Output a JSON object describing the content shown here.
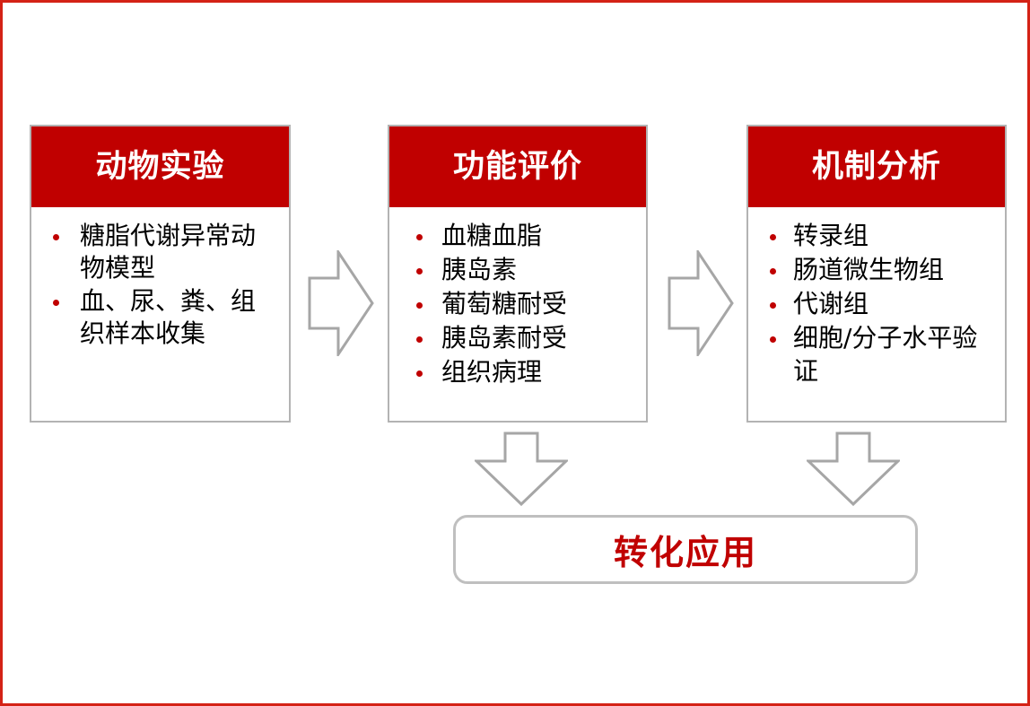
{
  "slide": {
    "frame_color": "#d42216",
    "background": "#ffffff",
    "header_color": "#c00000",
    "box_border_color": "#b3b3b3",
    "arrow_color": "#a6a6a6",
    "bullet_color": "#c00000",
    "accent_text_color": "#c00000"
  },
  "stages": [
    {
      "id": "animal-experiment",
      "title": "动物实验",
      "bullets": [
        " 糖脂代谢异常动物模型",
        " 血、尿、粪、组织样本收集"
      ]
    },
    {
      "id": "function-evaluation",
      "title": "功能评价",
      "bullets": [
        "血糖血脂",
        "胰岛素",
        "葡萄糖耐受",
        "胰岛素耐受",
        "组织病理"
      ]
    },
    {
      "id": "mechanism-analysis",
      "title": "机制分析",
      "bullets": [
        "转录组",
        "肠道微生物组",
        "代谢组",
        "细胞/分子水平验证"
      ]
    }
  ],
  "connectors": [
    {
      "id": "arrow-right-1",
      "direction": "right",
      "icon": "arrow-right-icon"
    },
    {
      "id": "arrow-right-2",
      "direction": "right",
      "icon": "arrow-right-icon"
    },
    {
      "id": "arrow-down-1",
      "direction": "down",
      "icon": "arrow-down-icon"
    },
    {
      "id": "arrow-down-2",
      "direction": "down",
      "icon": "arrow-down-icon"
    }
  ],
  "outcome": {
    "label": "转化应用"
  }
}
